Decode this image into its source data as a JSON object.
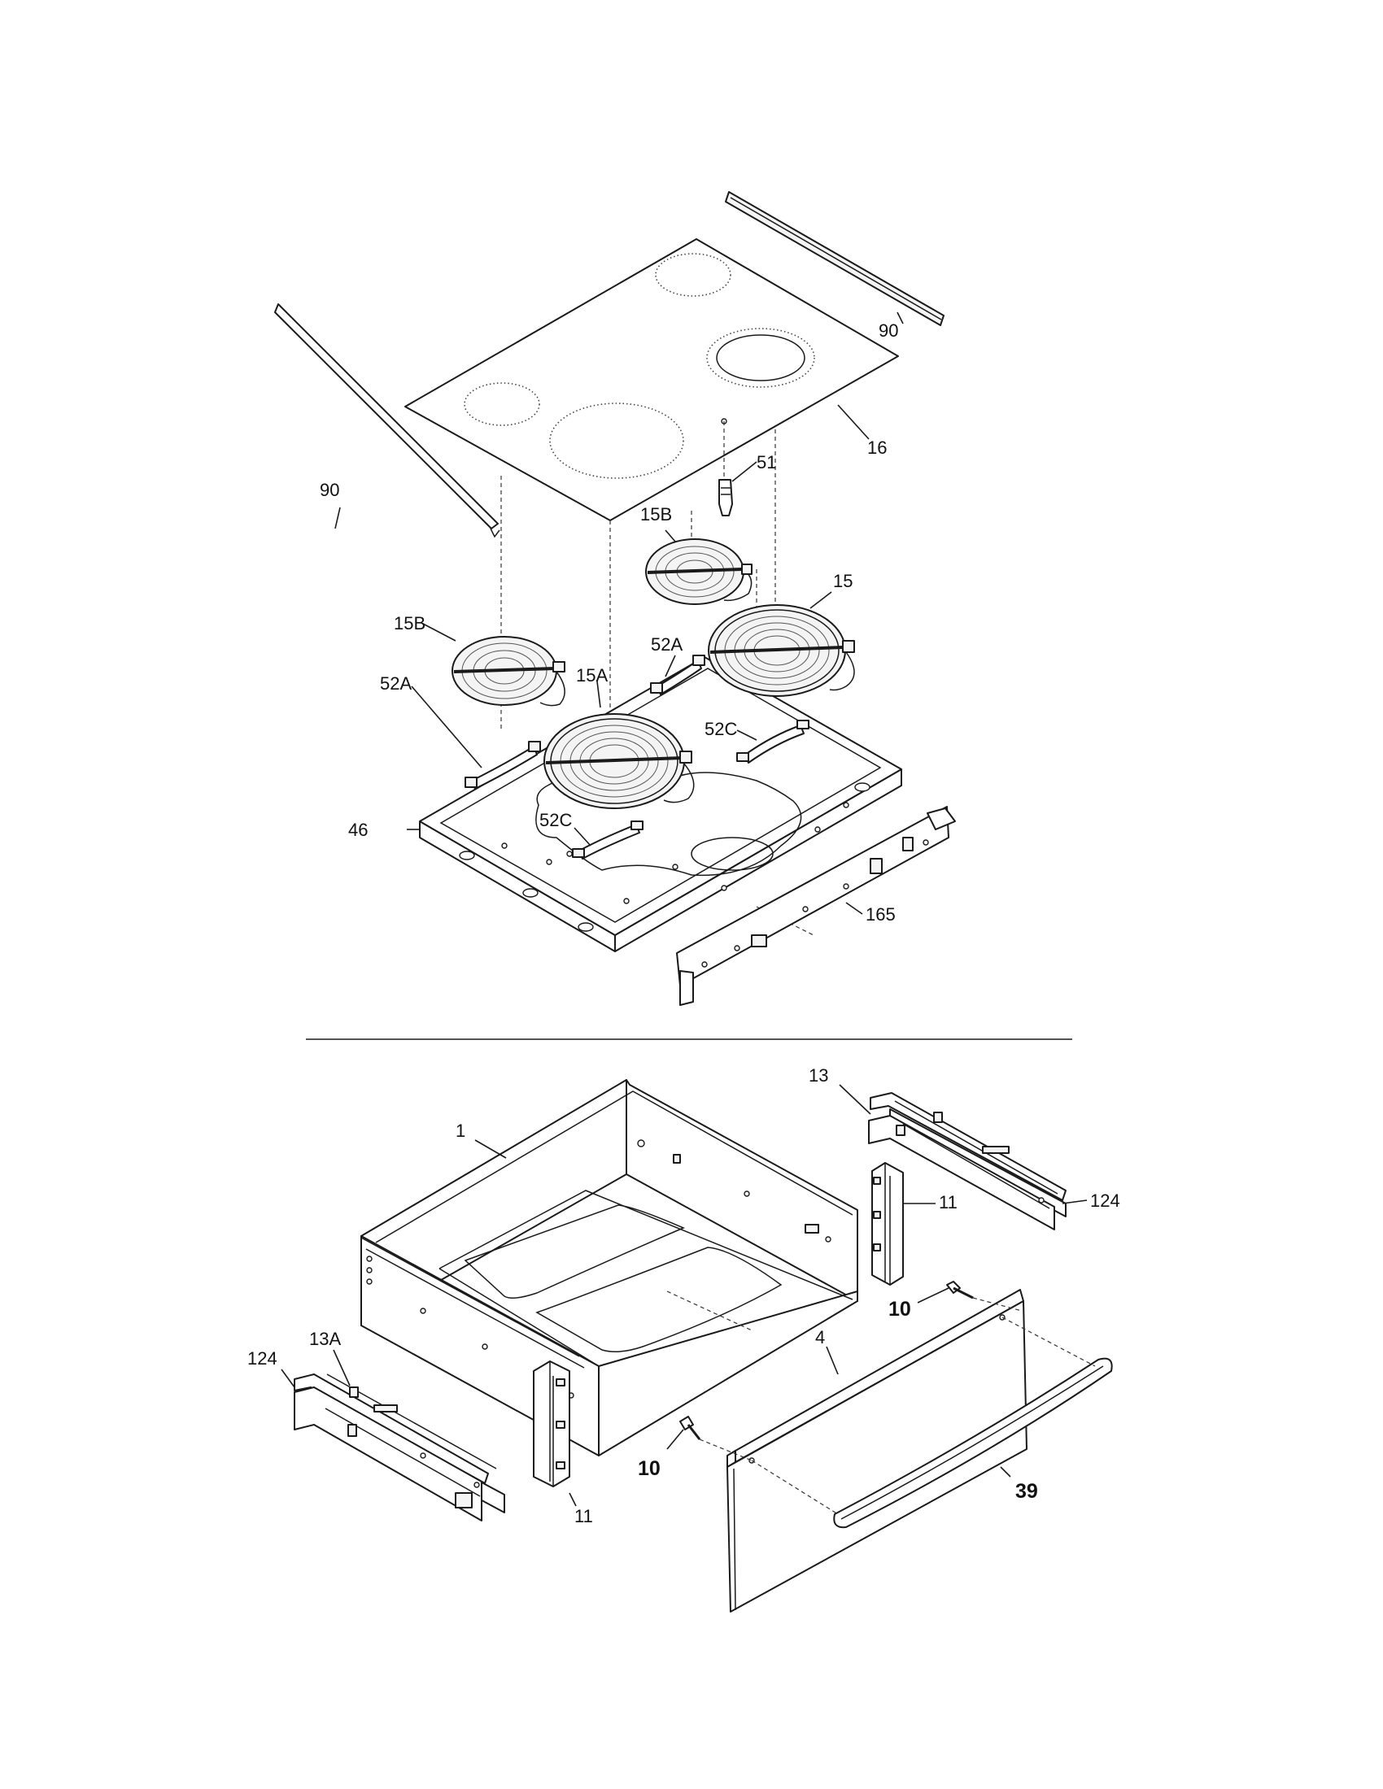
{
  "labels": {
    "top_strip_right": "90",
    "cooktop_glass": "16",
    "top_strip_left": "90",
    "sensor": "51",
    "element_small_rear": "15B",
    "element_large_right": "15",
    "element_small_left": "15B",
    "bracket_right": "52A",
    "element_large_front": "15A",
    "bracket_left": "52A",
    "bracket_c_right": "52C",
    "bracket_c_front": "52C",
    "burner_box": "46",
    "terminal_bracket": "165",
    "drawer_body": "1",
    "slide_right": "13",
    "rail_right": "124",
    "bracket_right_drawer": "11",
    "screw_right": "10",
    "drawer_front": "4",
    "rail_left": "124",
    "slide_left": "13A",
    "bracket_left_drawer": "11",
    "screw_left": "10",
    "handle": "39"
  }
}
